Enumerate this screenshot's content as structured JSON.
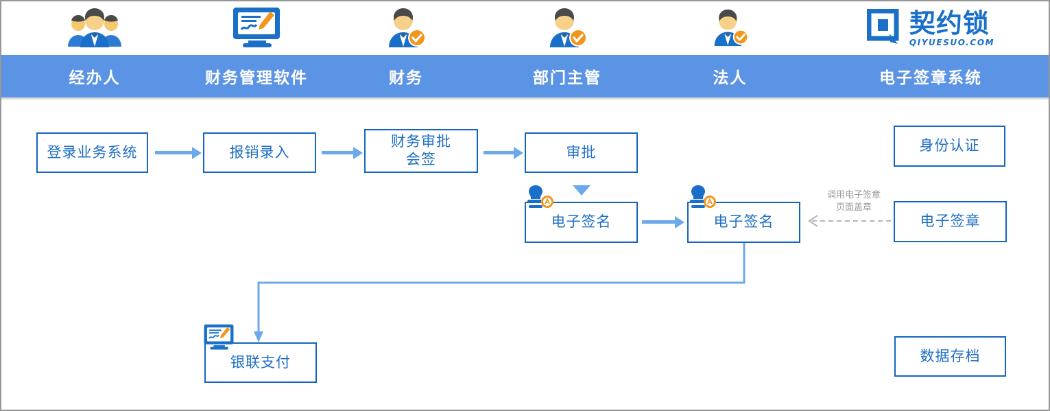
{
  "theme": {
    "band_blue": "#5B93E5",
    "box_blue": "#1565C0",
    "text_blue": "#1F6FC4",
    "arrow_blue": "#6CA9EB",
    "note_gray": "#9a9a9a",
    "accent_orange": "#F2951B"
  },
  "lanes": [
    {
      "label": "经办人",
      "icon": "people-group-icon"
    },
    {
      "label": "财务管理软件",
      "icon": "monitor-pen-icon"
    },
    {
      "label": "财务",
      "icon": "person-check-icon"
    },
    {
      "label": "部门主管",
      "icon": "person-check-icon"
    },
    {
      "label": "法人",
      "icon": "person-check-icon"
    },
    {
      "label": "电子签章系统",
      "icon": "qiyuesuo-logo-icon"
    }
  ],
  "brand": {
    "name": "契约锁",
    "domain": "QIYUESUO.COM"
  },
  "nodes": [
    {
      "id": "login",
      "label": "登录业务系统"
    },
    {
      "id": "expense",
      "label": "报销录入"
    },
    {
      "id": "fin-review",
      "label": "财务审批\n会签"
    },
    {
      "id": "approve",
      "label": "审批"
    },
    {
      "id": "esign-1",
      "label": "电子签名",
      "icon": "stamp-icon"
    },
    {
      "id": "esign-2",
      "label": "电子签名",
      "icon": "stamp-icon"
    },
    {
      "id": "unionpay",
      "label": "银联支付",
      "icon": "monitor-pen-icon"
    },
    {
      "id": "identity",
      "label": "身份认证"
    },
    {
      "id": "eseal",
      "label": "电子签章"
    },
    {
      "id": "archive",
      "label": "数据存档"
    }
  ],
  "annotations": [
    {
      "id": "call-eseal",
      "text": "调用电子签章\n页面盖章"
    }
  ]
}
